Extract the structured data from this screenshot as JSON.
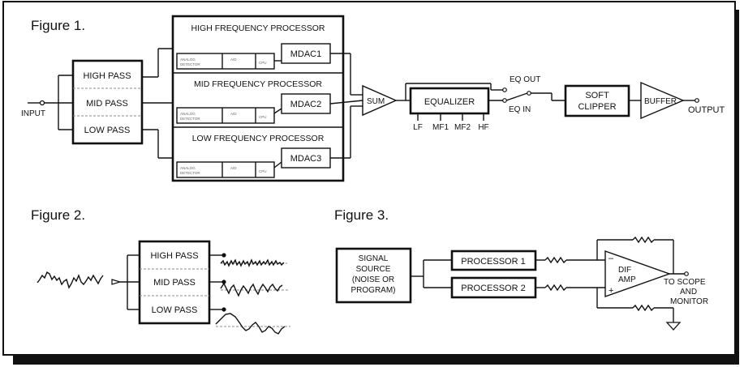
{
  "figure1": {
    "title": "Figure 1.",
    "filters": {
      "high": "HIGH PASS",
      "mid": "MID PASS",
      "low": "LOW PASS"
    },
    "input_label": "INPUT",
    "processors": [
      {
        "title": "HIGH FREQUENCY PROCESSOR",
        "mdac": "MDAC1"
      },
      {
        "title": "MID FREQUENCY PROCESSOR",
        "mdac": "MDAC2"
      },
      {
        "title": "LOW FREQUENCY PROCESSOR",
        "mdac": "MDAC3"
      }
    ],
    "sum_label": "SUM",
    "equalizer_label": "EQUALIZER",
    "eq_controls": [
      "LF",
      "MF1",
      "MF2",
      "HF"
    ],
    "eq_out": "EQ OUT",
    "eq_in": "EQ IN",
    "soft_clipper": [
      "SOFT",
      "CLIPPER"
    ],
    "buffer_label": "BUFFER",
    "output_label": "OUTPUT"
  },
  "figure2": {
    "title": "Figure 2.",
    "filters": [
      "HIGH PASS",
      "MID PASS",
      "LOW PASS"
    ]
  },
  "figure3": {
    "title": "Figure 3.",
    "source": [
      "SIGNAL",
      "SOURCE",
      "(NOISE OR",
      "PROGRAM)"
    ],
    "processor1": "PROCESSOR 1",
    "processor2": "PROCESSOR 2",
    "difamp": [
      "DIF",
      "AMP"
    ],
    "minus": "–",
    "plus": "+",
    "to_scope": [
      "TO SCOPE",
      "AND",
      "MONITOR"
    ]
  }
}
